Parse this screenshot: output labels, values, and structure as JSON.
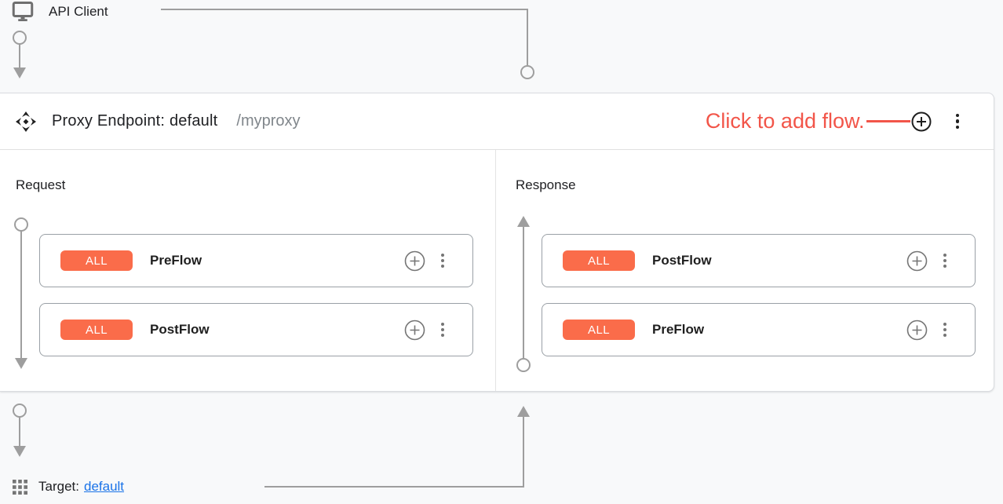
{
  "colors": {
    "accent_orange": "#FA6C4A",
    "annotation_red": "#F25549",
    "link_blue": "#1A73E8",
    "connector_gray": "#9E9E9E",
    "panel_background": "#FFFFFF",
    "page_background": "#F8F9FA"
  },
  "icons": {
    "api_client": "desktop-monitor-icon",
    "proxy_endpoint": "move-diamond-icon",
    "add_flow": "plus-circle-icon",
    "more_menu": "kebab-menu-icon",
    "target": "apps-grid-icon"
  },
  "api_client": {
    "label": "API Client"
  },
  "proxy_endpoint": {
    "title": "Proxy Endpoint: default",
    "basepath": "/myproxy",
    "annotation": "Click to add flow.",
    "request": {
      "label": "Request",
      "flows": [
        {
          "condition": "ALL",
          "name": "PreFlow"
        },
        {
          "condition": "ALL",
          "name": "PostFlow"
        }
      ]
    },
    "response": {
      "label": "Response",
      "flows": [
        {
          "condition": "ALL",
          "name": "PostFlow"
        },
        {
          "condition": "ALL",
          "name": "PreFlow"
        }
      ]
    }
  },
  "target": {
    "label": "Target:",
    "link": "default"
  }
}
